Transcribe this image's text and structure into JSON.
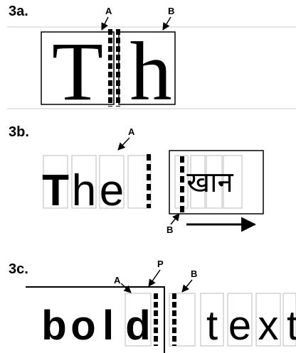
{
  "figure": {
    "panel_3a": {
      "heading": "3a.",
      "label_a": "A",
      "label_b": "B",
      "glyph_left": "T",
      "glyph_right": "h"
    },
    "panel_3b": {
      "heading": "3b.",
      "label_a": "A",
      "label_b": "B",
      "word": [
        "T",
        "h",
        "e"
      ],
      "devanagari": "खान"
    },
    "panel_3c": {
      "heading": "3c.",
      "label_a": "A",
      "label_p": "P",
      "label_b": "B",
      "bold_word": [
        "b",
        "o",
        "l",
        "d"
      ],
      "plain_word": [
        "t",
        "e",
        "x",
        "t"
      ]
    }
  }
}
